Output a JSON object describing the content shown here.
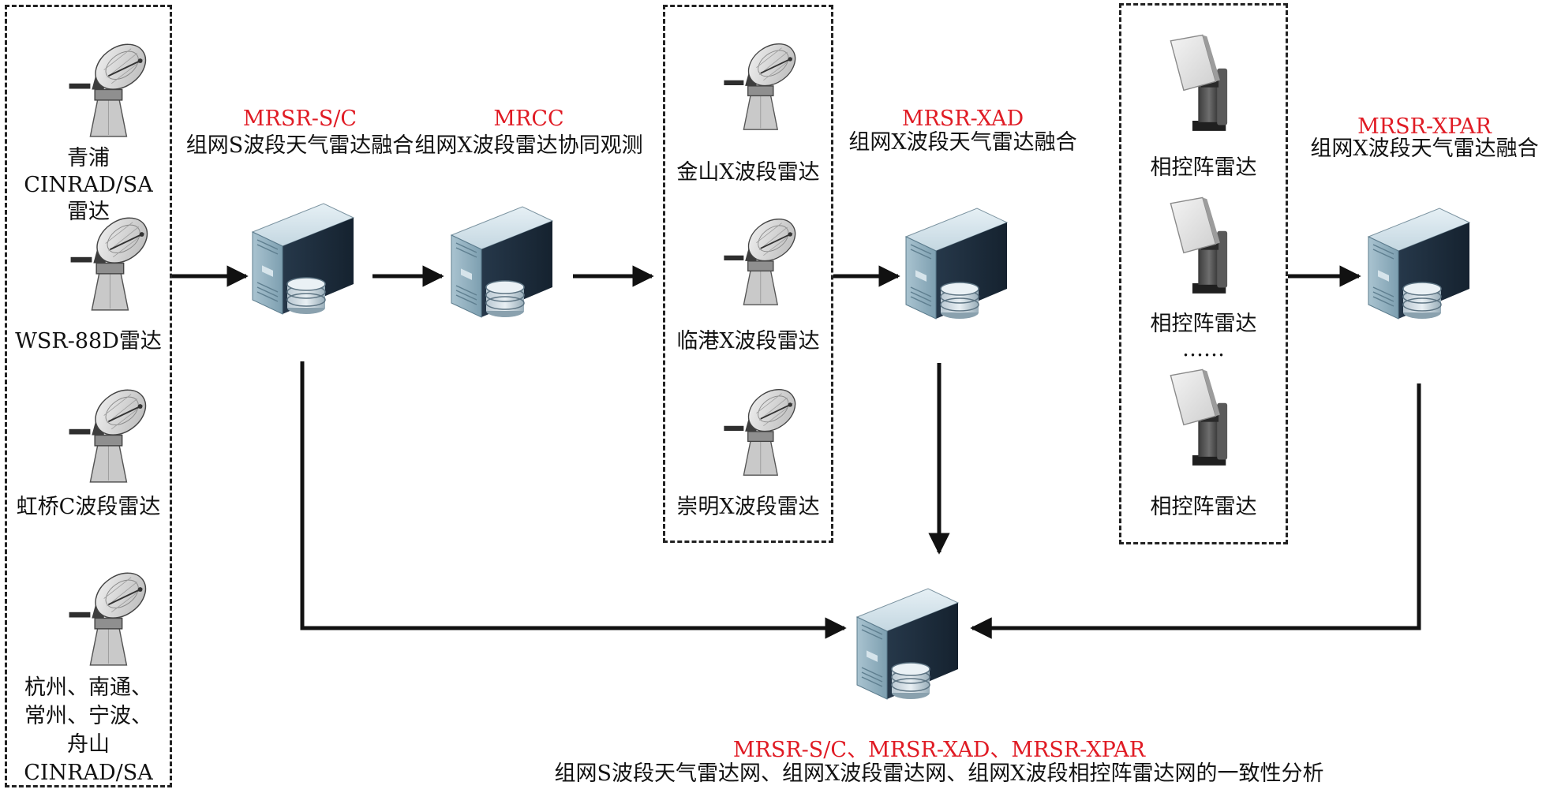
{
  "left_group": {
    "qingpu_label": "青浦CINRAD/SA\n雷达",
    "wsr_label": "WSR-88D雷达",
    "hongqiao_label": "虹桥C波段雷达",
    "regional_label": "杭州、南通、\n常州、宁波、\n舟山CINRAD/SA"
  },
  "nodes": {
    "mrsr_sc": {
      "code": "MRSR-S/C",
      "desc": "组网S波段天气雷达融合"
    },
    "mrcc": {
      "code": "MRCC",
      "desc": "组网X波段雷达协同观测"
    },
    "mrsr_xad": {
      "code": "MRSR-XAD",
      "desc": "组网X波段天气雷达融合"
    },
    "mrsr_xpar": {
      "code": "MRSR-XPAR",
      "desc": "组网X波段天气雷达融合"
    },
    "consistency": {
      "code": "MRSR-S/C、MRSR-XAD、MRSR-XPAR",
      "desc": "组网S波段天气雷达网、组网X波段雷达网、组网X波段相控阵雷达网的一致性分析"
    }
  },
  "x_group": {
    "jinshan_label": "金山X波段雷达",
    "lingang_label": "临港X波段雷达",
    "chongming_label": "崇明X波段雷达"
  },
  "par_group": {
    "par1_label": "相控阵雷达",
    "par2_label": "相控阵雷达",
    "ellipsis": "……",
    "par3_label": "相控阵雷达"
  },
  "colors": {
    "code_red": "#e01b24",
    "line": "#111111"
  },
  "icons": [
    "dish-radar-icon",
    "server-icon",
    "phased-array-radar-icon"
  ]
}
